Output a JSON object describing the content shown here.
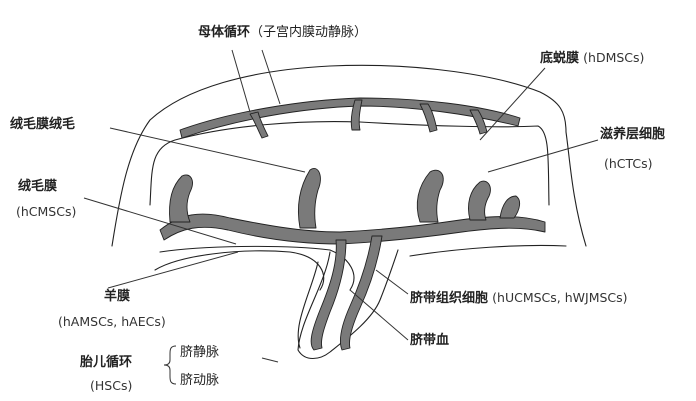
{
  "labels": {
    "maternal_circulation": {
      "title": "母体循环",
      "detail": "（子宫内膜动静脉）"
    },
    "decidua": {
      "title": "底蜕膜",
      "detail": "(hDMSCs)"
    },
    "chorionic_villi": {
      "title": "绒毛膜绒毛"
    },
    "trophoblast": {
      "title": "滋养层细胞",
      "detail": "(hCTCs)"
    },
    "chorion": {
      "title": "绒毛膜",
      "detail": "(hCMSCs)"
    },
    "amnion": {
      "title": "羊膜",
      "detail": "(hAMSCs, hAECs)"
    },
    "umbilical_tissue": {
      "title": "脐带组织细胞",
      "detail": "(hUCMSCs, hWJMSCs)"
    },
    "cord_blood": {
      "title": "脐带血"
    },
    "fetal_circulation": {
      "title": "胎儿循环",
      "detail": "(HSCs)"
    },
    "umbilical_vein": {
      "title": "脐静脉"
    },
    "umbilical_artery": {
      "title": "脐动脉"
    }
  }
}
